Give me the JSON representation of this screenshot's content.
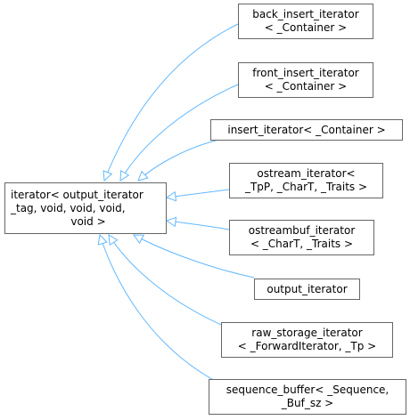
{
  "diagram": {
    "base": {
      "lines": [
        "iterator< output_iterator",
        "_tag, void, void, void,",
        "void >"
      ]
    },
    "derived": [
      {
        "id": "back_insert_iterator",
        "lines": [
          "back_insert_iterator",
          "< _Container >"
        ]
      },
      {
        "id": "front_insert_iterator",
        "lines": [
          "front_insert_iterator",
          "< _Container >"
        ]
      },
      {
        "id": "insert_iterator",
        "lines": [
          "insert_iterator< _Container >"
        ]
      },
      {
        "id": "ostream_iterator",
        "lines": [
          "ostream_iterator<",
          "_TpP, _CharT, _Traits >"
        ]
      },
      {
        "id": "ostreambuf_iterator",
        "lines": [
          "ostreambuf_iterator",
          "< _CharT, _Traits >"
        ]
      },
      {
        "id": "output_iterator",
        "lines": [
          "output_iterator"
        ]
      },
      {
        "id": "raw_storage_iterator",
        "lines": [
          "raw_storage_iterator",
          "< _ForwardIterator, _Tp >"
        ]
      },
      {
        "id": "sequence_buffer",
        "lines": [
          "sequence_buffer< _Sequence,",
          "_Buf_sz >"
        ]
      }
    ],
    "edge_color": "#63b8ff"
  }
}
